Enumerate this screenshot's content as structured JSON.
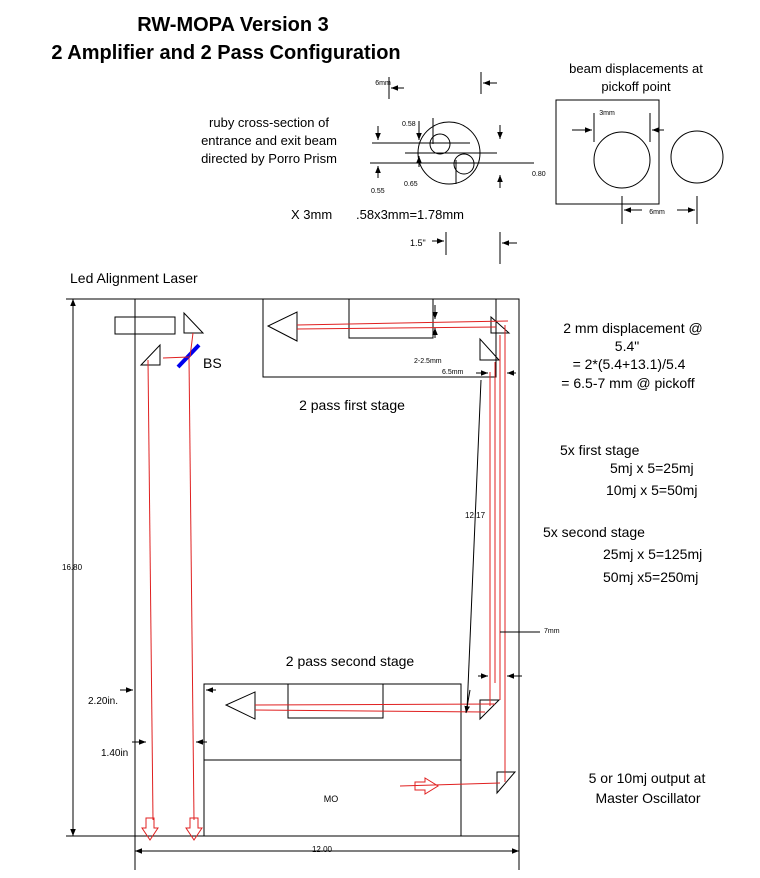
{
  "title": {
    "line1": "RW-MOPA Version 3",
    "line2": "2 Amplifier and 2 Pass Configuration"
  },
  "cross_section": {
    "caption_lines": [
      "ruby cross-section of",
      "entrance and exit beam",
      "directed by Porro Prism"
    ],
    "dim_6mm": "6mm",
    "dim_058": "0.58",
    "dim_055": "0.55",
    "dim_065": "0.65",
    "dim_080": "0.80",
    "x3mm": "X 3mm",
    "area_calc": ".58x3mm=1.78mm",
    "dim_15in": "1.5\""
  },
  "displacement_view": {
    "caption_lines": [
      "beam displacements at",
      "pickoff point"
    ],
    "dim_3mm": "3mm",
    "dim_6mm": "6mm"
  },
  "layout": {
    "alignment_laser": "Led Alignment Laser",
    "bs_label": "BS",
    "dim_225": "2-2.5mm",
    "dim_65": "6.5mm",
    "first_stage": "2 pass first stage",
    "dim_1217": "12.17",
    "dim_7mm": "7mm",
    "second_stage": "2 pass second stage",
    "dim_220": "2.20in.",
    "dim_140": "1.40in",
    "mo_label": "MO",
    "dim_height": "16.80",
    "dim_width": "12.00"
  },
  "notes": {
    "displacement_lines": [
      "2 mm displacement @",
      "5.4\"",
      "= 2*(5.4+13.1)/5.4",
      "= 6.5-7 mm  @ pickoff"
    ],
    "first_stage_head": "5x first stage",
    "first_stage_lines": [
      "5mj x 5=25mj",
      "10mj x 5=50mj"
    ],
    "second_stage_head": "5x second stage",
    "second_stage_lines": [
      "25mj x 5=125mj",
      "50mj x5=250mj"
    ],
    "output_lines": [
      "5 or 10mj output at",
      "Master Oscillator"
    ]
  },
  "colors": {
    "beam": "#e02020",
    "splitter": "#0000ee",
    "ink": "#000000"
  }
}
